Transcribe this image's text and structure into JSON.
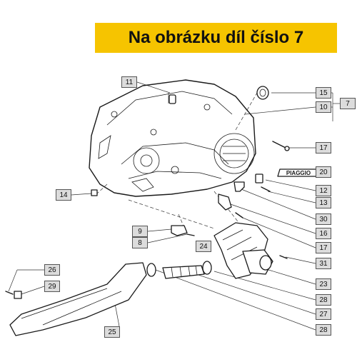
{
  "banner": {
    "text": "Na obrázku díl číslo 7"
  },
  "colors": {
    "banner": "#f6c400",
    "callout_fill": "#dcdcdc",
    "line": "#1a1a1a"
  },
  "decal": {
    "text": "PIAGGIO"
  },
  "callouts": [
    {
      "id": "11",
      "label": "11"
    },
    {
      "id": "15",
      "label": "15"
    },
    {
      "id": "10",
      "label": "10"
    },
    {
      "id": "7",
      "label": "7"
    },
    {
      "id": "17a",
      "label": "17"
    },
    {
      "id": "20",
      "label": "20"
    },
    {
      "id": "14",
      "label": "14"
    },
    {
      "id": "12",
      "label": "12"
    },
    {
      "id": "13",
      "label": "13"
    },
    {
      "id": "30",
      "label": "30"
    },
    {
      "id": "9",
      "label": "9"
    },
    {
      "id": "16",
      "label": "16"
    },
    {
      "id": "8",
      "label": "8"
    },
    {
      "id": "24",
      "label": "24"
    },
    {
      "id": "17b",
      "label": "17"
    },
    {
      "id": "31",
      "label": "31"
    },
    {
      "id": "26",
      "label": "26"
    },
    {
      "id": "23",
      "label": "23"
    },
    {
      "id": "29",
      "label": "29"
    },
    {
      "id": "28a",
      "label": "28"
    },
    {
      "id": "27",
      "label": "27"
    },
    {
      "id": "25",
      "label": "25"
    },
    {
      "id": "28b",
      "label": "28"
    }
  ]
}
